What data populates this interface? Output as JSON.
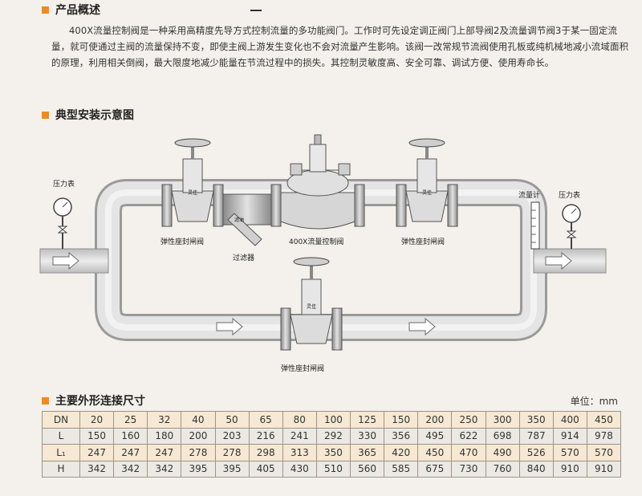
{
  "sections": {
    "overview_title": "产品概述",
    "install_title": "典型安装示意图",
    "dims_title": "主要外形连接尺寸"
  },
  "intro_text": "400X流量控制阀是一种采用高精度先导方式控制流量的多功能阀门。工作时可先设定调正阀门上部导阀2及流量调节阀3于某一固定流量，就可使通过主阀的流量保持不变，即使主阀上游发生变化也不会对流量产生影响。该阀一改常规节流阀使用孔板或纯机械地减小流域面积的原理，利用相关倒阀，最大限度地减少能量在节流过程中的损失。其控制灵敏度高、安全可靠、调试方便、使用寿命长。",
  "diagram": {
    "pressure_gauge_left": "压力表",
    "pressure_gauge_right": "压力表",
    "flow_meter": "流量计",
    "gate_valve_left": "弹性座封闸阀",
    "gate_valve_right": "弹性座封闸阀",
    "gate_valve_bottom": "弹性座封闸阀",
    "strainer": "过滤器",
    "control_valve": "400X流量控制阀",
    "valve_tag_1": "灵佳",
    "valve_tag_2": "灵佳",
    "valve_tag_3": "灵佳",
    "strainer_tag": "滤油"
  },
  "unit_label": "单位：mm",
  "dims_table": {
    "rows": [
      {
        "label": "DN",
        "values": [
          "20",
          "25",
          "32",
          "40",
          "50",
          "65",
          "80",
          "100",
          "125",
          "150",
          "200",
          "250",
          "300",
          "350",
          "400",
          "450"
        ]
      },
      {
        "label": "L",
        "values": [
          "150",
          "160",
          "180",
          "200",
          "203",
          "216",
          "241",
          "292",
          "330",
          "356",
          "495",
          "622",
          "698",
          "787",
          "914",
          "978"
        ]
      },
      {
        "label": "L₁",
        "values": [
          "247",
          "247",
          "247",
          "278",
          "278",
          "298",
          "313",
          "350",
          "365",
          "420",
          "450",
          "470",
          "490",
          "526",
          "570",
          "570"
        ]
      },
      {
        "label": "H",
        "values": [
          "342",
          "342",
          "342",
          "395",
          "395",
          "405",
          "430",
          "510",
          "560",
          "585",
          "675",
          "730",
          "760",
          "840",
          "910",
          "910"
        ]
      }
    ]
  },
  "colors": {
    "accent": "#f08a1c",
    "pipe": "#cfcfcf",
    "table_row_odd": "#f6e8d2",
    "table_row_even": "#ece9e5"
  }
}
